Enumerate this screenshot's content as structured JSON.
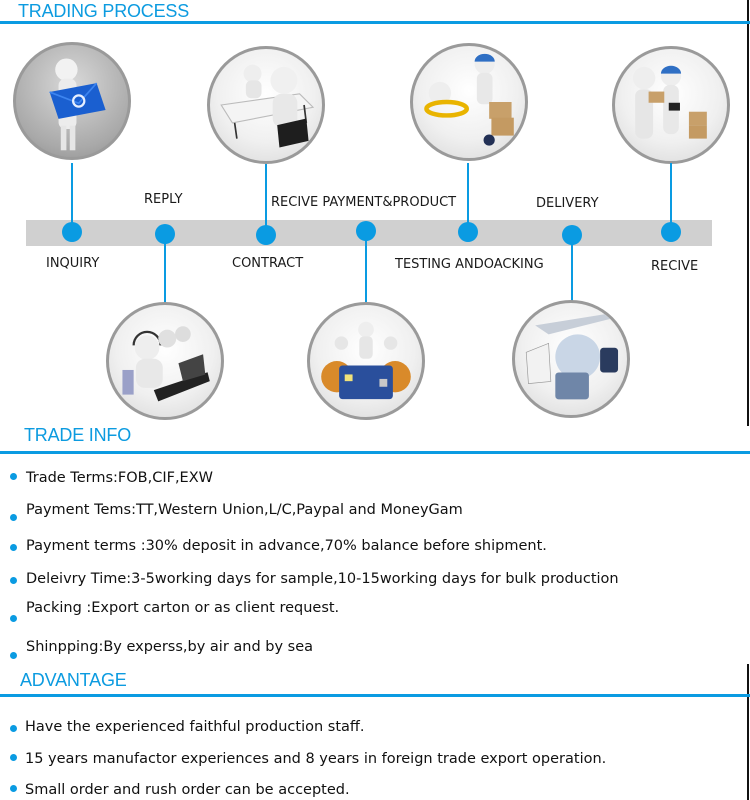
{
  "trading_process": {
    "title": "TRADING PROCESS",
    "steps": [
      {
        "label": "INQUIRY",
        "icon": "email-envelope-figure-icon"
      },
      {
        "label": "REPLY",
        "icon": "call-center-headset-figures-icon"
      },
      {
        "label": "CONTRACT",
        "icon": "meeting-table-figures-icon"
      },
      {
        "label": "RECIVE PAYMENT&PRODUCT",
        "icon": "credit-card-gears-figures-icon"
      },
      {
        "label": "TESTING ANDOACKING",
        "icon": "magnifier-handtruck-boxes-icon"
      },
      {
        "label": "DELIVERY",
        "icon": "plane-ship-globe-luggage-icon"
      },
      {
        "label": "RECIVE",
        "icon": "courier-handover-package-icon"
      }
    ]
  },
  "trade_info": {
    "title": "TRADE INFO",
    "items": [
      "Trade Terms:FOB,CIF,EXW",
      "Payment Tems:TT,Western Union,L/C,Paypal and MoneyGam",
      "Payment terms :30% deposit in advance,70% balance before shipment.",
      "Deleivry Time:3-5working days for sample,10-15working days for bulk production",
      "Packing :Export carton or as client request.",
      "Shinpping:By experss,by air and by sea"
    ]
  },
  "advantage": {
    "title": "ADVANTAGE",
    "items": [
      "Have the experienced faithful production staff.",
      "15 years manufactor experiences and 8 years in foreign trade export operation.",
      "Small order and rush order can be accepted."
    ]
  },
  "colors": {
    "accent": "#0a9be2",
    "track": "#d0d0d0",
    "text": "#111111"
  }
}
